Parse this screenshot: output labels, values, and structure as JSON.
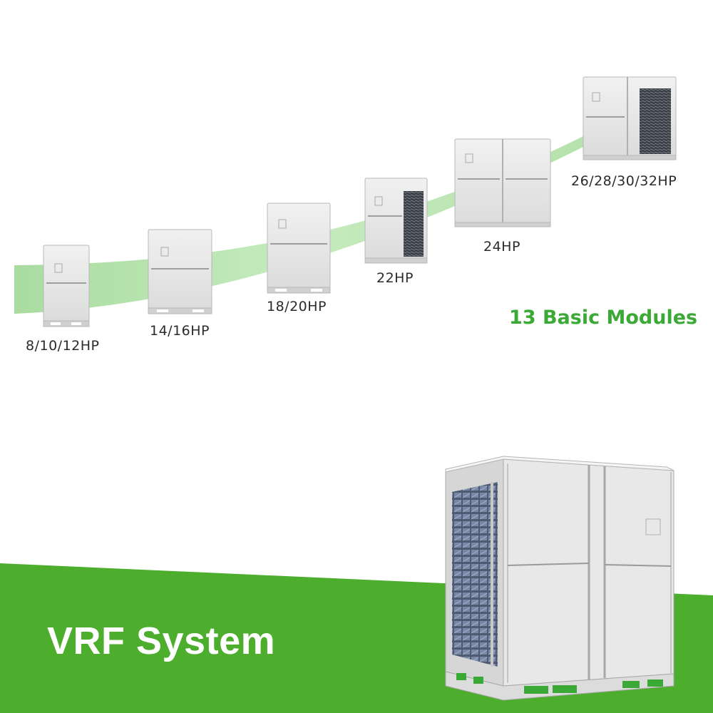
{
  "modules": [
    {
      "label": "8/10/12HP"
    },
    {
      "label": "14/16HP"
    },
    {
      "label": "18/20HP"
    },
    {
      "label": "22HP"
    },
    {
      "label": "24HP"
    },
    {
      "label": "26/28/30/32HP"
    }
  ],
  "headline": "13 Basic Modules",
  "banner": {
    "title": "VRF System"
  },
  "colors": {
    "accent_green": "#3aa935",
    "banner_green": "#4cae2c",
    "band_green": "#b9e3b0",
    "panel": "#e4e4e4"
  }
}
